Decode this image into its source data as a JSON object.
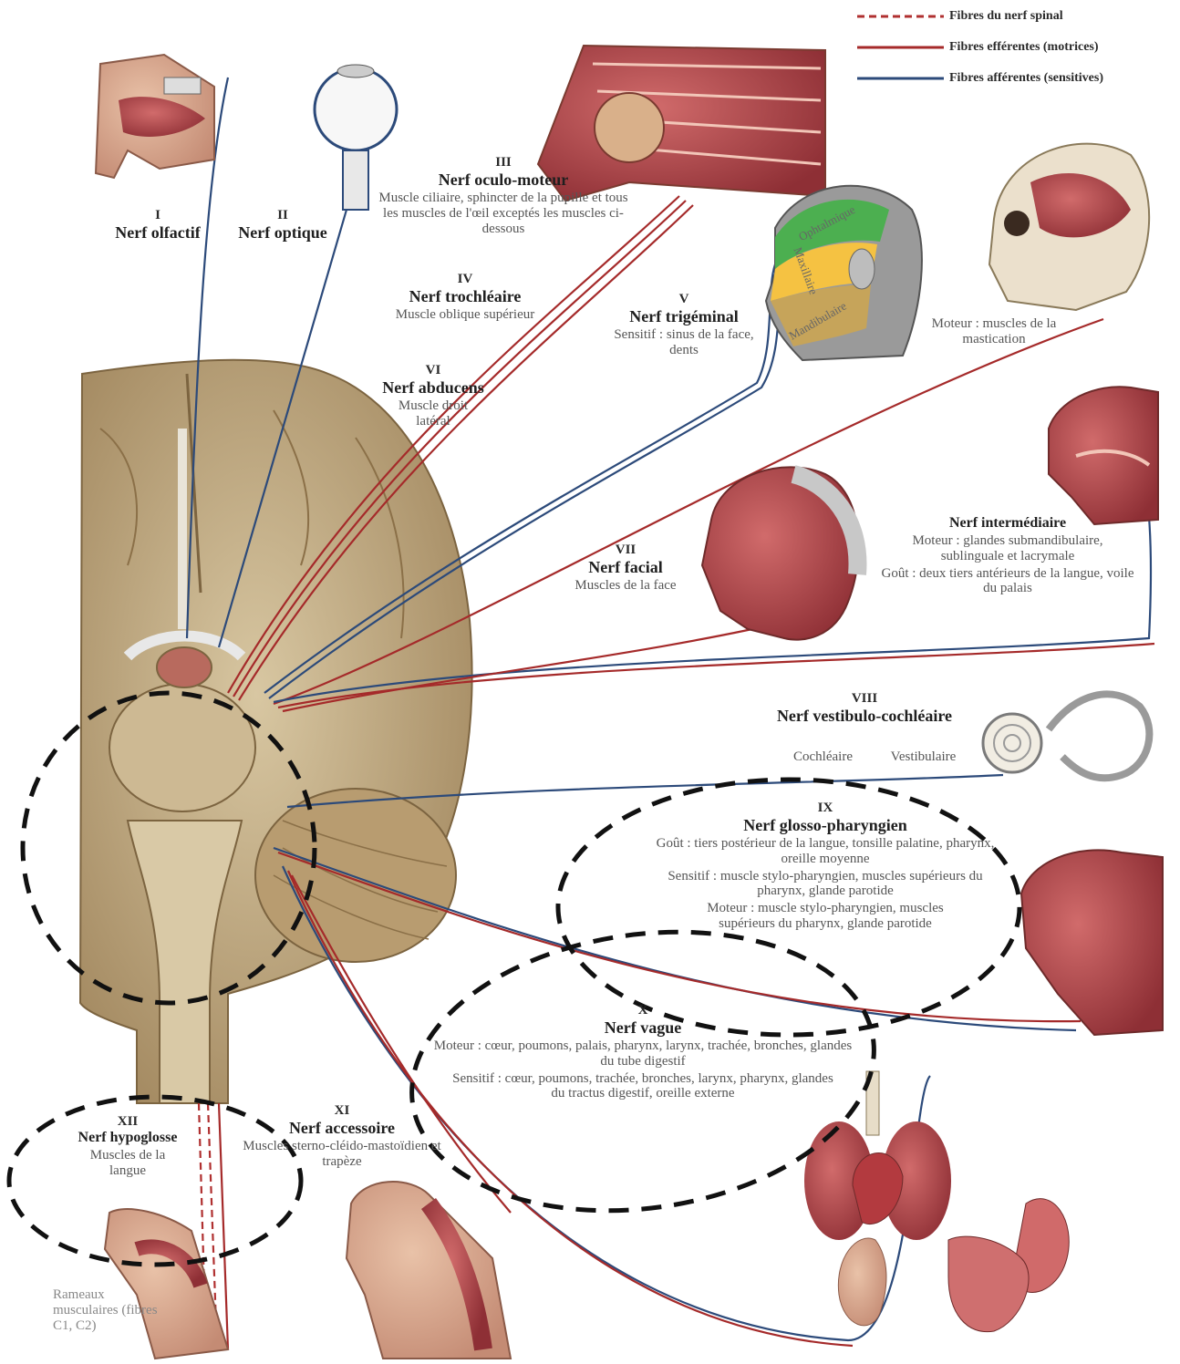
{
  "legend": {
    "spinal": "Fibres du nerf spinal",
    "efferent": "Fibres efférentes (motrices)",
    "afferent": "Fibres afférentes (sensitives)"
  },
  "colors": {
    "spinal": "#b03030",
    "efferent": "#a52a2a",
    "afferent": "#2c4a7a",
    "brain": "#c9b48c",
    "tissue": "#b5484f",
    "highlight": "#111111"
  },
  "nerves": {
    "n1": {
      "roman": "I",
      "name": "Nerf olfactif"
    },
    "n2": {
      "roman": "II",
      "name": "Nerf optique"
    },
    "n3": {
      "roman": "III",
      "name": "Nerf oculo-moteur",
      "desc": "Muscle ciliaire, sphincter de la pupille et tous les muscles de l'œil exceptés les muscles ci-dessous"
    },
    "n4": {
      "roman": "IV",
      "name": "Nerf trochléaire",
      "desc": "Muscle oblique supérieur"
    },
    "n5": {
      "roman": "V",
      "name": "Nerf trigéminal",
      "desc": "Sensitif : sinus de la face, dents",
      "motor": "Moteur : muscles de la mastication",
      "branches": [
        "Ophtalmique",
        "Maxillaire",
        "Mandibulaire"
      ]
    },
    "n6": {
      "roman": "VI",
      "name": "Nerf abducens",
      "desc": "Muscle droit latéral"
    },
    "n7": {
      "roman": "VII",
      "name": "Nerf facial",
      "desc": "Muscles de la face"
    },
    "intermediaire": {
      "name": "Nerf intermédiaire",
      "desc1": "Moteur : glandes submandibulaire, sublinguale et lacrymale",
      "desc2": "Goût : deux tiers antérieurs de la langue, voile du palais"
    },
    "n8": {
      "roman": "VIII",
      "name": "Nerf vestibulo-cochléaire",
      "cochlear": "Cochléaire",
      "vestibular": "Vestibulaire"
    },
    "n9": {
      "roman": "IX",
      "name": "Nerf glosso-pharyngien",
      "desc1": "Goût : tiers postérieur de la langue, tonsille palatine, pharynx, oreille moyenne",
      "desc2": "Sensitif : muscle stylo-pharyngien, muscles supérieurs du pharynx, glande parotide",
      "desc3": "Moteur : muscle stylo-pharyngien, muscles supérieurs du pharynx, glande parotide"
    },
    "n10": {
      "roman": "X",
      "name": "Nerf vague",
      "desc1": "Moteur : cœur, poumons, palais, pharynx, larynx, trachée, bronches, glandes du tube digestif",
      "desc2": "Sensitif : cœur, poumons, trachée, bronches, larynx, pharynx, glandes du tractus digestif, oreille externe"
    },
    "n11": {
      "roman": "XI",
      "name": "Nerf accessoire",
      "desc": "Muscles sterno-cléido-mastoïdien et trapèze"
    },
    "n12": {
      "roman": "XII",
      "name": "Nerf hypoglosse",
      "desc": "Muscles de la langue"
    },
    "rameaux": "Rameaux musculaires (fibres C1, C2)"
  }
}
